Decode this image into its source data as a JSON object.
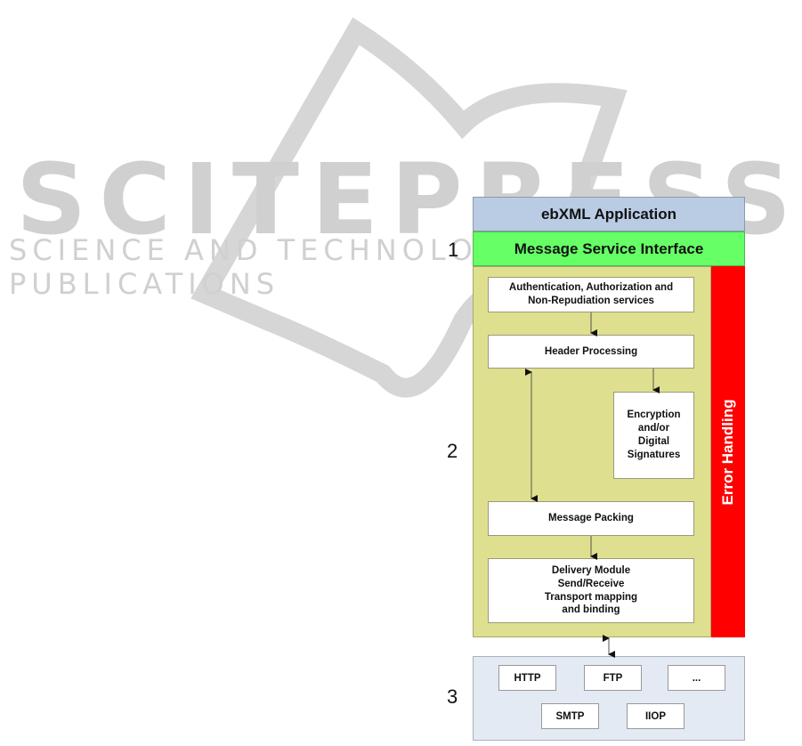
{
  "watermark": {
    "brand": "SCITEPRESS",
    "tagline": "SCIENCE AND TECHNOLOGY PUBLICATIONS"
  },
  "diagram": {
    "layer_labels": [
      "1",
      "2",
      "3"
    ],
    "application": "ebXML Application",
    "interface": "Message Service Interface",
    "error_handling": "Error Handling",
    "modules": {
      "auth": [
        "Authentication, Authorization and",
        "Non-Repudiation services"
      ],
      "header": "Header Processing",
      "encryption": [
        "Encryption",
        "and/or",
        "Digital",
        "Signatures"
      ],
      "packing": "Message Packing",
      "delivery": [
        "Delivery Module",
        "Send/Receive",
        "Transport mapping",
        "and binding"
      ]
    },
    "transports": [
      "HTTP",
      "FTP",
      "...",
      "SMTP",
      "IIOP"
    ],
    "colors": {
      "application": "#b9cce4",
      "interface": "#66ff66",
      "core": "#dfe08f",
      "error": "#ff0000",
      "transport": "#e4eaf3"
    }
  }
}
